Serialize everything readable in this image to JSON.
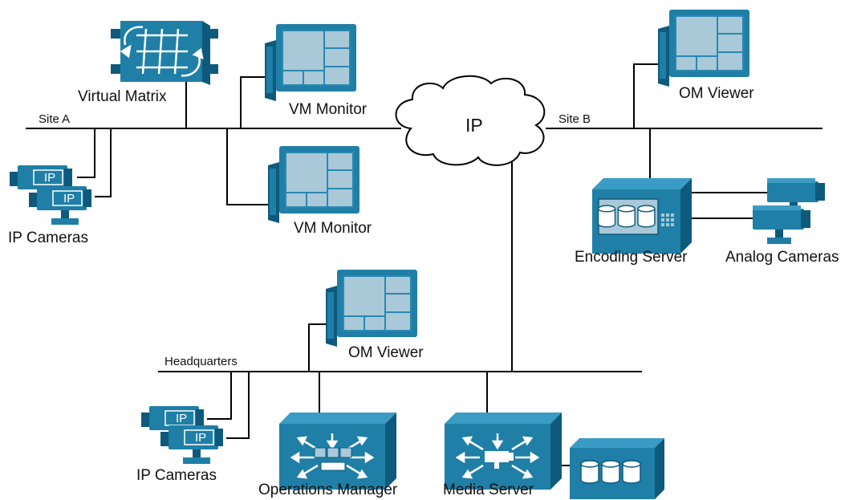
{
  "network": {
    "cloud_label": "IP"
  },
  "site_a": {
    "segment_label": "Site A",
    "virtual_matrix_label": "Virtual Matrix",
    "vm_monitor_1_label": "VM Monitor",
    "vm_monitor_2_label": "VM Monitor",
    "cameras_label": "IP Cameras",
    "camera_tag_1": "IP",
    "camera_tag_2": "IP"
  },
  "site_b": {
    "segment_label": "Site B",
    "om_viewer_label": "OM Viewer",
    "encoding_server_label": "Encoding Server",
    "analog_cameras_label": "Analog Cameras"
  },
  "headquarters": {
    "segment_label": "Headquarters",
    "om_viewer_label": "OM Viewer",
    "cameras_label": "IP Cameras",
    "camera_tag_1": "IP",
    "camera_tag_2": "IP",
    "operations_manager_label": "Operations Manager",
    "media_server_label": "Media Server"
  },
  "colors": {
    "device_fill": "#1f7fa6",
    "device_dark": "#0e5a7c",
    "screen": "#a9c8d8",
    "line": "#000000"
  }
}
